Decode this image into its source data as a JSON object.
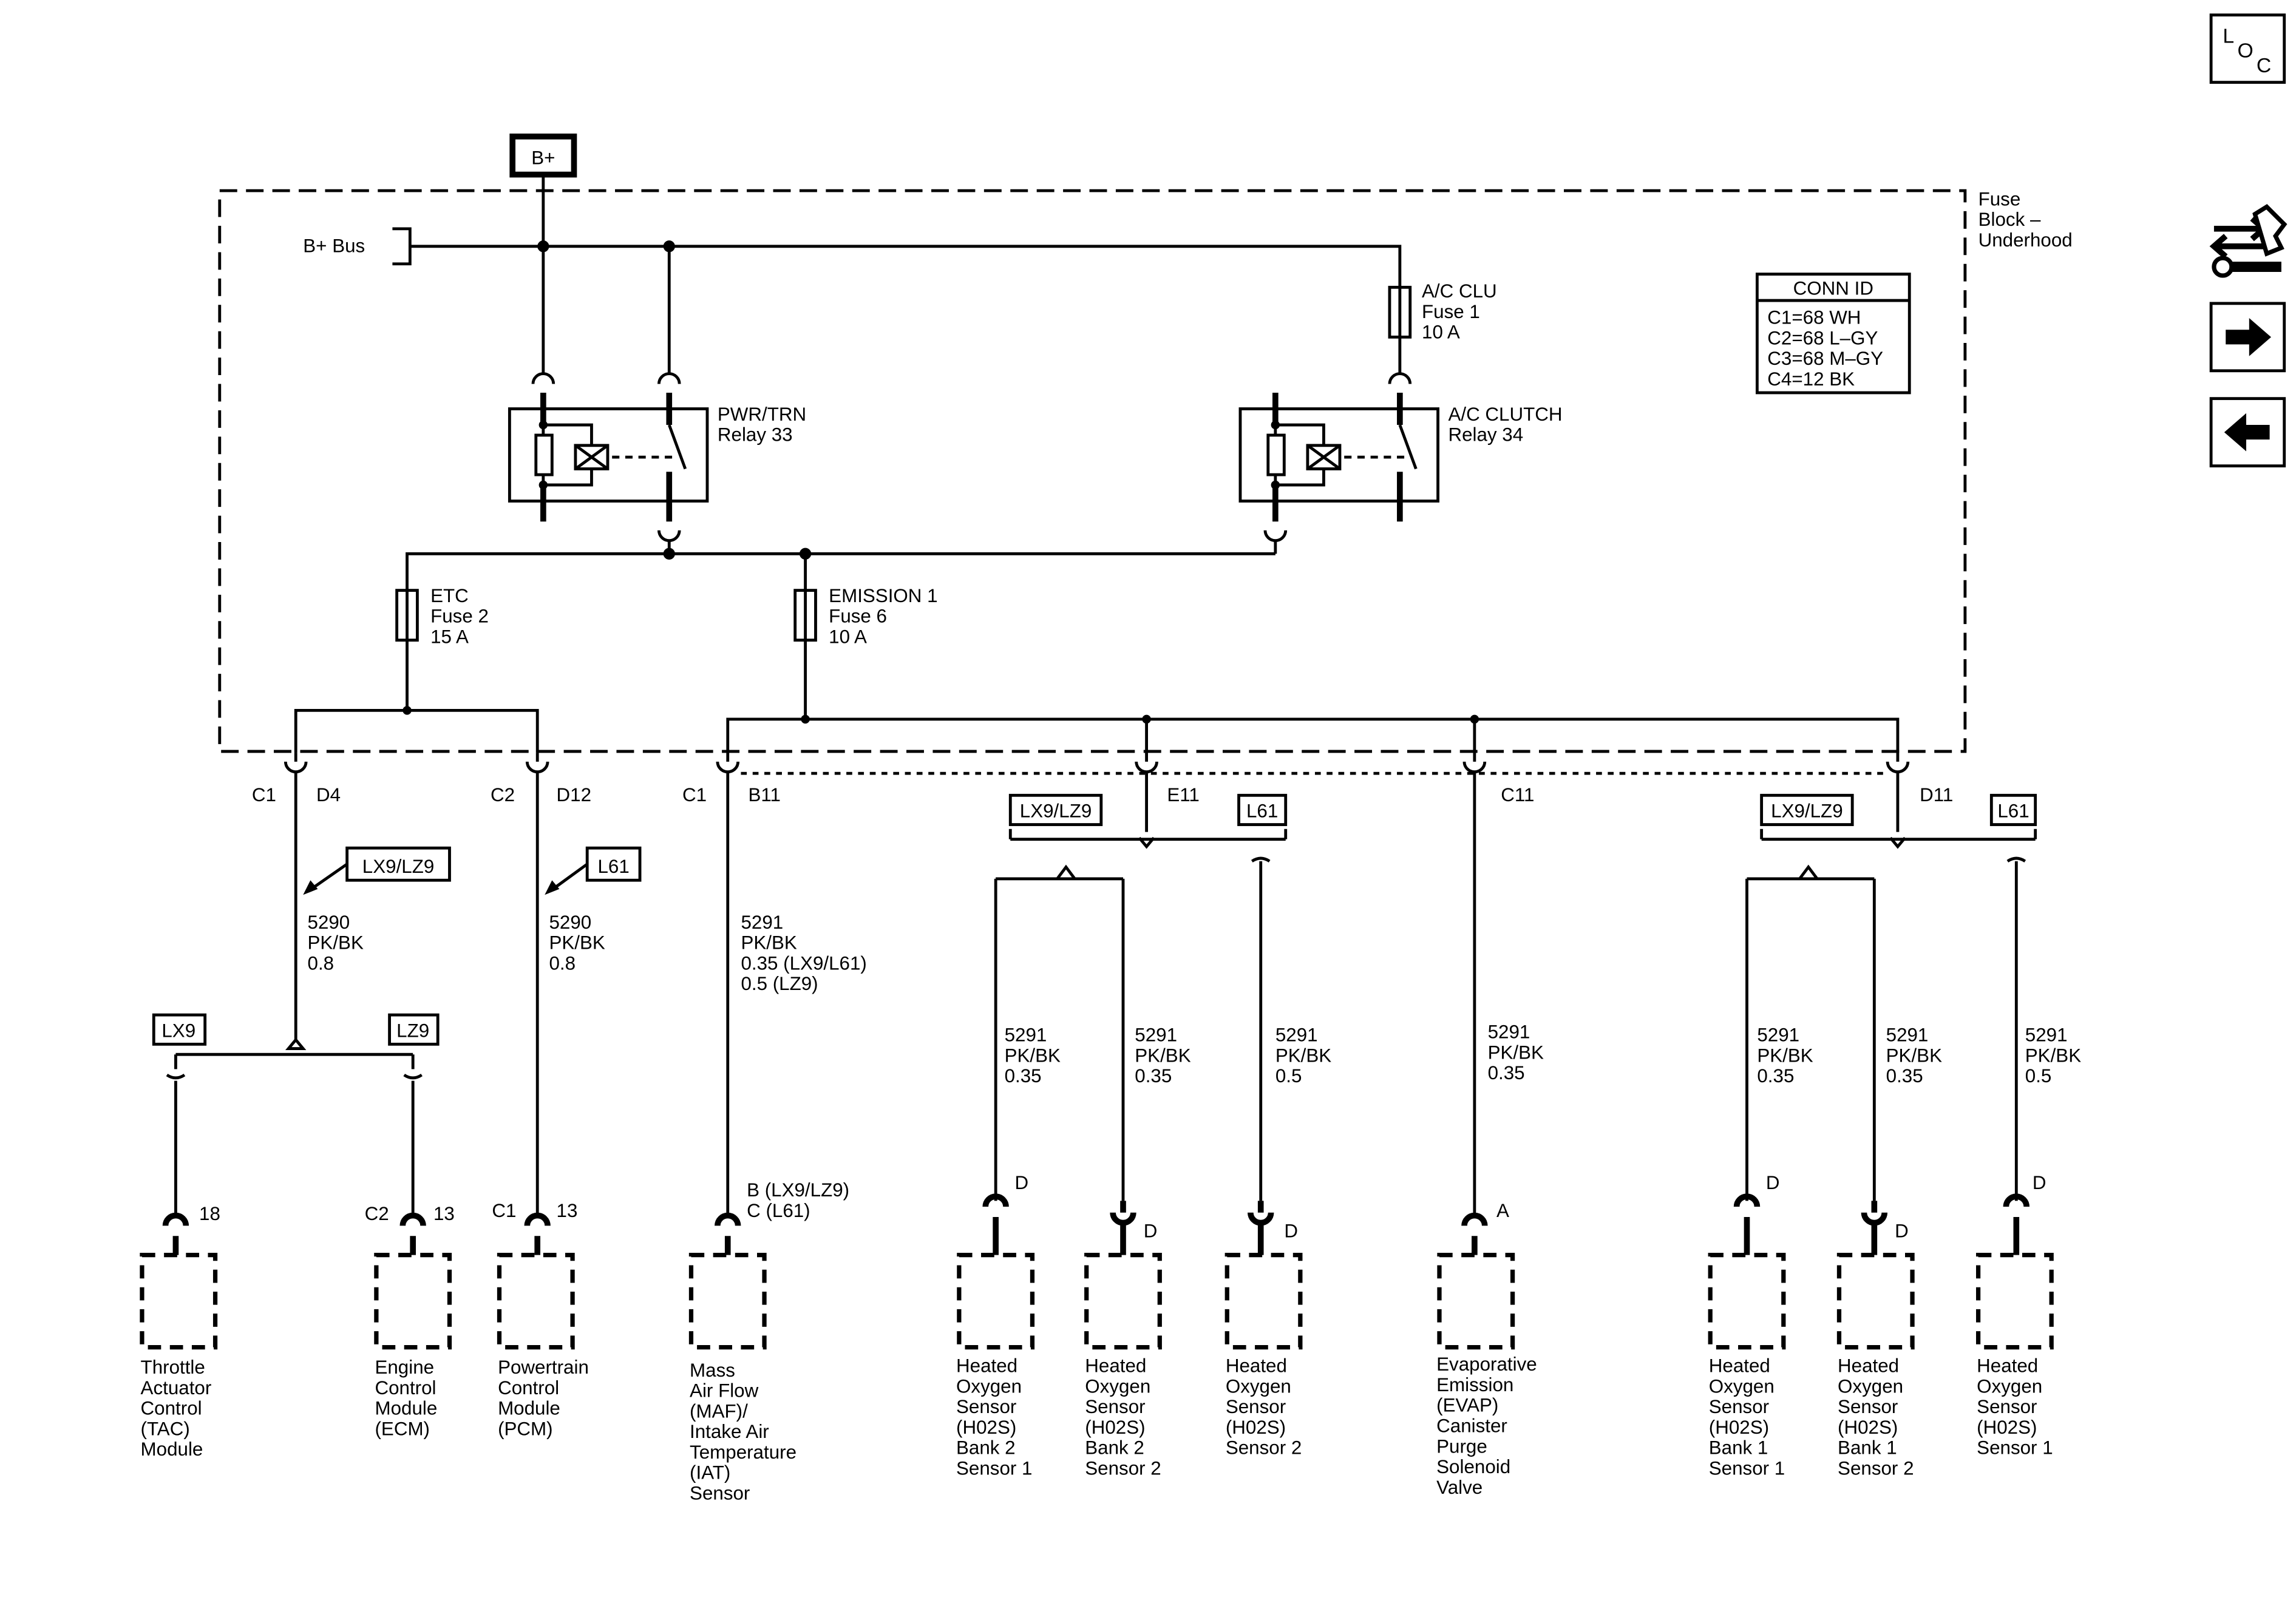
{
  "nav": {
    "loc_l": "L",
    "loc_o": "O",
    "loc_c": "C"
  },
  "power": {
    "bplus": "B+",
    "bus": "B+ Bus",
    "fuse_block": [
      "Fuse",
      "Block –",
      "Underhood"
    ]
  },
  "conn_id": {
    "title": "CONN ID",
    "lines": [
      "C1=68 WH",
      "C2=68 L–GY",
      "C3=68 M–GY",
      "C4=12 BK"
    ]
  },
  "relays": {
    "pwr": [
      "PWR/TRN",
      "Relay 33"
    ],
    "ac": [
      "A/C CLUTCH",
      "Relay 34"
    ]
  },
  "fuses": {
    "acclu": [
      "A/C CLU",
      "Fuse 1",
      "10 A"
    ],
    "etc": [
      "ETC",
      "Fuse 2",
      "15 A"
    ],
    "emission": [
      "EMISSION 1",
      "Fuse 6",
      "10 A"
    ]
  },
  "connectors": {
    "c1_d4": [
      "C1",
      "D4"
    ],
    "c2_d12": [
      "C2",
      "D12"
    ],
    "c1_b11": [
      "C1",
      "B11"
    ],
    "e11": "E11",
    "c11": "C11",
    "d11": "D11"
  },
  "options": {
    "lx9lz9": "LX9/LZ9",
    "l61": "L61",
    "lx9": "LX9",
    "lz9": "LZ9"
  },
  "wires": {
    "w_tac": [
      "5290",
      "PK/BK",
      "0.8"
    ],
    "w_pcm": [
      "5290",
      "PK/BK",
      "0.8"
    ],
    "w_maf": [
      "5291",
      "PK/BK",
      "0.35 (LX9/L61)",
      "0.5 (LZ9)"
    ],
    "w_b2s1": [
      "5291",
      "PK/BK",
      "0.35"
    ],
    "w_b2s2": [
      "5291",
      "PK/BK",
      "0.35"
    ],
    "w_l61a": [
      "5291",
      "PK/BK",
      "0.5"
    ],
    "w_evap": [
      "5291",
      "PK/BK",
      "0.35"
    ],
    "w_b1s1": [
      "5291",
      "PK/BK",
      "0.35"
    ],
    "w_b1s2": [
      "5291",
      "PK/BK",
      "0.35"
    ],
    "w_l61b": [
      "5291",
      "PK/BK",
      "0.5"
    ]
  },
  "pins": {
    "tac": "18",
    "ecm": [
      "C2",
      "13"
    ],
    "pcm": [
      "C1",
      "13"
    ],
    "maf": [
      "B (LX9/LZ9)",
      "C (L61)"
    ],
    "d": "D",
    "a": "A"
  },
  "components": {
    "tac": [
      "Throttle",
      "Actuator",
      "Control",
      "(TAC)",
      "Module"
    ],
    "ecm": [
      "Engine",
      "Control",
      "Module",
      "(ECM)"
    ],
    "pcm": [
      "Powertrain",
      "Control",
      "Module",
      "(PCM)"
    ],
    "maf": [
      "Mass",
      "Air Flow",
      "(MAF)/",
      "Intake Air",
      "Temperature",
      "(IAT)",
      "Sensor"
    ],
    "ho2s_b2s1": [
      "Heated",
      "Oxygen",
      "Sensor",
      "(H02S)",
      "Bank 2",
      "Sensor 1"
    ],
    "ho2s_b2s2": [
      "Heated",
      "Oxygen",
      "Sensor",
      "(H02S)",
      "Bank 2",
      "Sensor 2"
    ],
    "ho2s_s2": [
      "Heated",
      "Oxygen",
      "Sensor",
      "(H02S)",
      "Sensor 2"
    ],
    "evap": [
      "Evaporative",
      "Emission",
      "(EVAP)",
      "Canister",
      "Purge",
      "Solenoid",
      "Valve"
    ],
    "ho2s_b1s1": [
      "Heated",
      "Oxygen",
      "Sensor",
      "(H02S)",
      "Bank 1",
      "Sensor 1"
    ],
    "ho2s_b1s2": [
      "Heated",
      "Oxygen",
      "Sensor",
      "(H02S)",
      "Bank 1",
      "Sensor 2"
    ],
    "ho2s_s1": [
      "Heated",
      "Oxygen",
      "Sensor",
      "(H02S)",
      "Sensor 1"
    ]
  }
}
